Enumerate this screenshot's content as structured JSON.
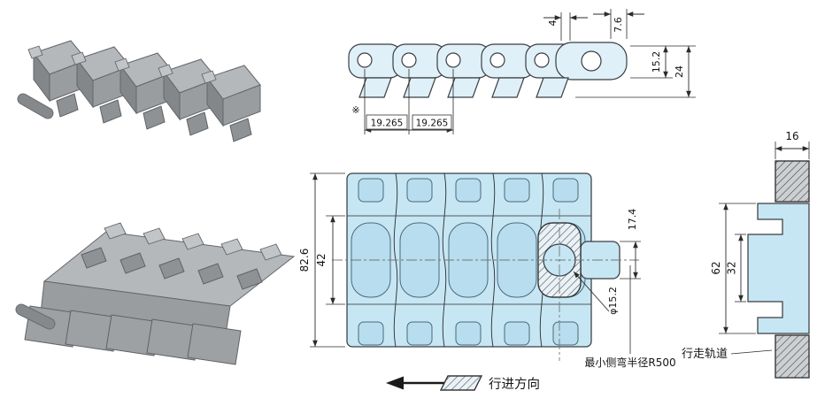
{
  "colors": {
    "part_blue": "#c6e6f4",
    "part_blue_light": "#dff0f8",
    "module_inner": "#b7ddee",
    "gray_body": "#9a9da0",
    "outline": "#3a3e42",
    "dim_line": "#2b2b2b"
  },
  "side_view": {
    "dims": {
      "wall": "4",
      "edge": "7.6",
      "plate_height": "15.2",
      "total_height": "24",
      "pitch_mark": "※",
      "pitch1": "19.265",
      "pitch2": "19.265"
    }
  },
  "plan_view": {
    "dims": {
      "overall_width": "82.6",
      "inner_width": "42",
      "tab_width": "17.4",
      "pin_diameter": "φ15.2"
    },
    "note_min_bend_radius": "最小侧弯半径R500"
  },
  "section_view": {
    "dims": {
      "rail_width": "16",
      "overall_height": "62",
      "inner_height": "32"
    },
    "label_running_track": "行走轨道"
  },
  "direction": {
    "label": "行进方向"
  }
}
